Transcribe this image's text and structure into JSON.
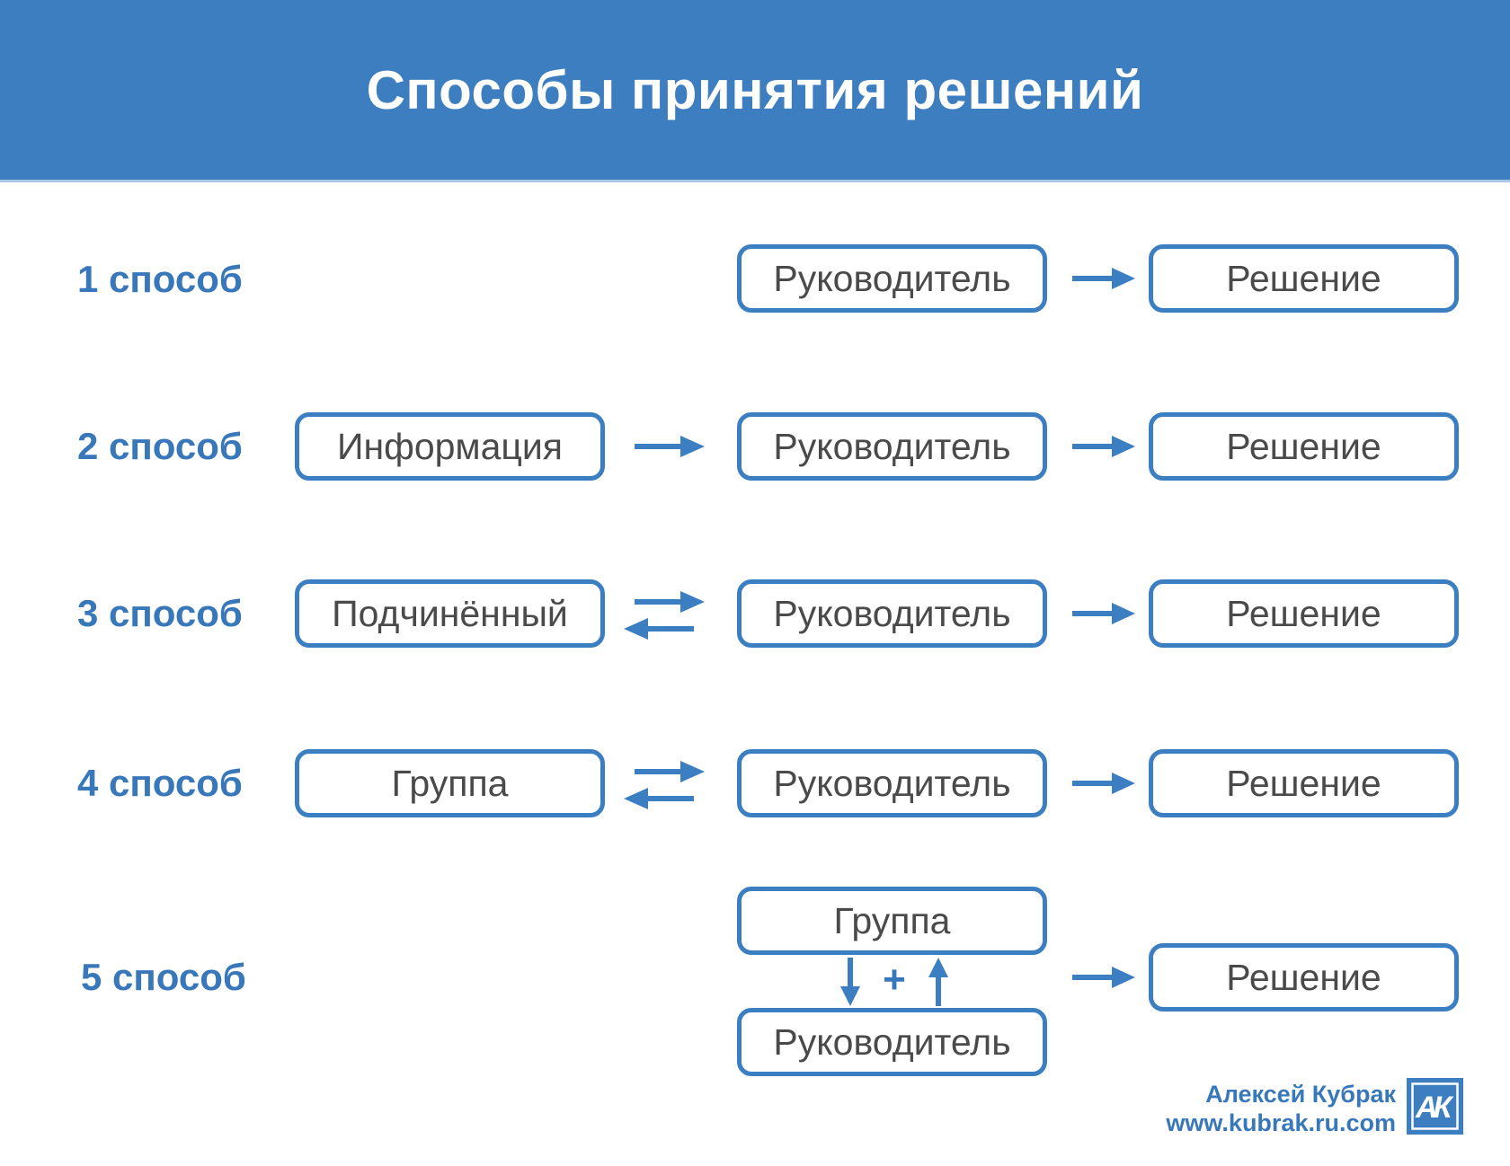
{
  "title": "Способы принятия решений",
  "colors": {
    "header_bg": "#3D7EC0",
    "header_edge": "#A9C7E5",
    "accent_blue": "#3B7FC2",
    "label_blue": "#3878BA",
    "box_text_gray": "#4A4A4A",
    "background": "#FFFFFF"
  },
  "rows": [
    {
      "label": "1 способ",
      "boxes": {
        "manager": "Руководитель",
        "decision": "Решение"
      }
    },
    {
      "label": "2 способ",
      "boxes": {
        "source": "Информация",
        "manager": "Руководитель",
        "decision": "Решение"
      }
    },
    {
      "label": "3 способ",
      "boxes": {
        "source": "Подчинённый",
        "manager": "Руководитель",
        "decision": "Решение"
      },
      "exchange": "bidirectional"
    },
    {
      "label": "4 способ",
      "boxes": {
        "source": "Группа",
        "manager": "Руководитель",
        "decision": "Решение"
      },
      "exchange": "bidirectional"
    },
    {
      "label": "5 способ",
      "boxes": {
        "group": "Группа",
        "manager": "Руководитель",
        "decision": "Решение"
      },
      "plus_sign": "+",
      "exchange": "vertical-bidirectional"
    }
  ],
  "icons": {
    "arrow_right": "→",
    "arrow_left": "←",
    "arrow_up": "↑",
    "arrow_down": "↓"
  },
  "footer": {
    "author": "Алексей Кубрак",
    "website": "www.kubrak.ru.com",
    "logo_monogram": "АК"
  }
}
